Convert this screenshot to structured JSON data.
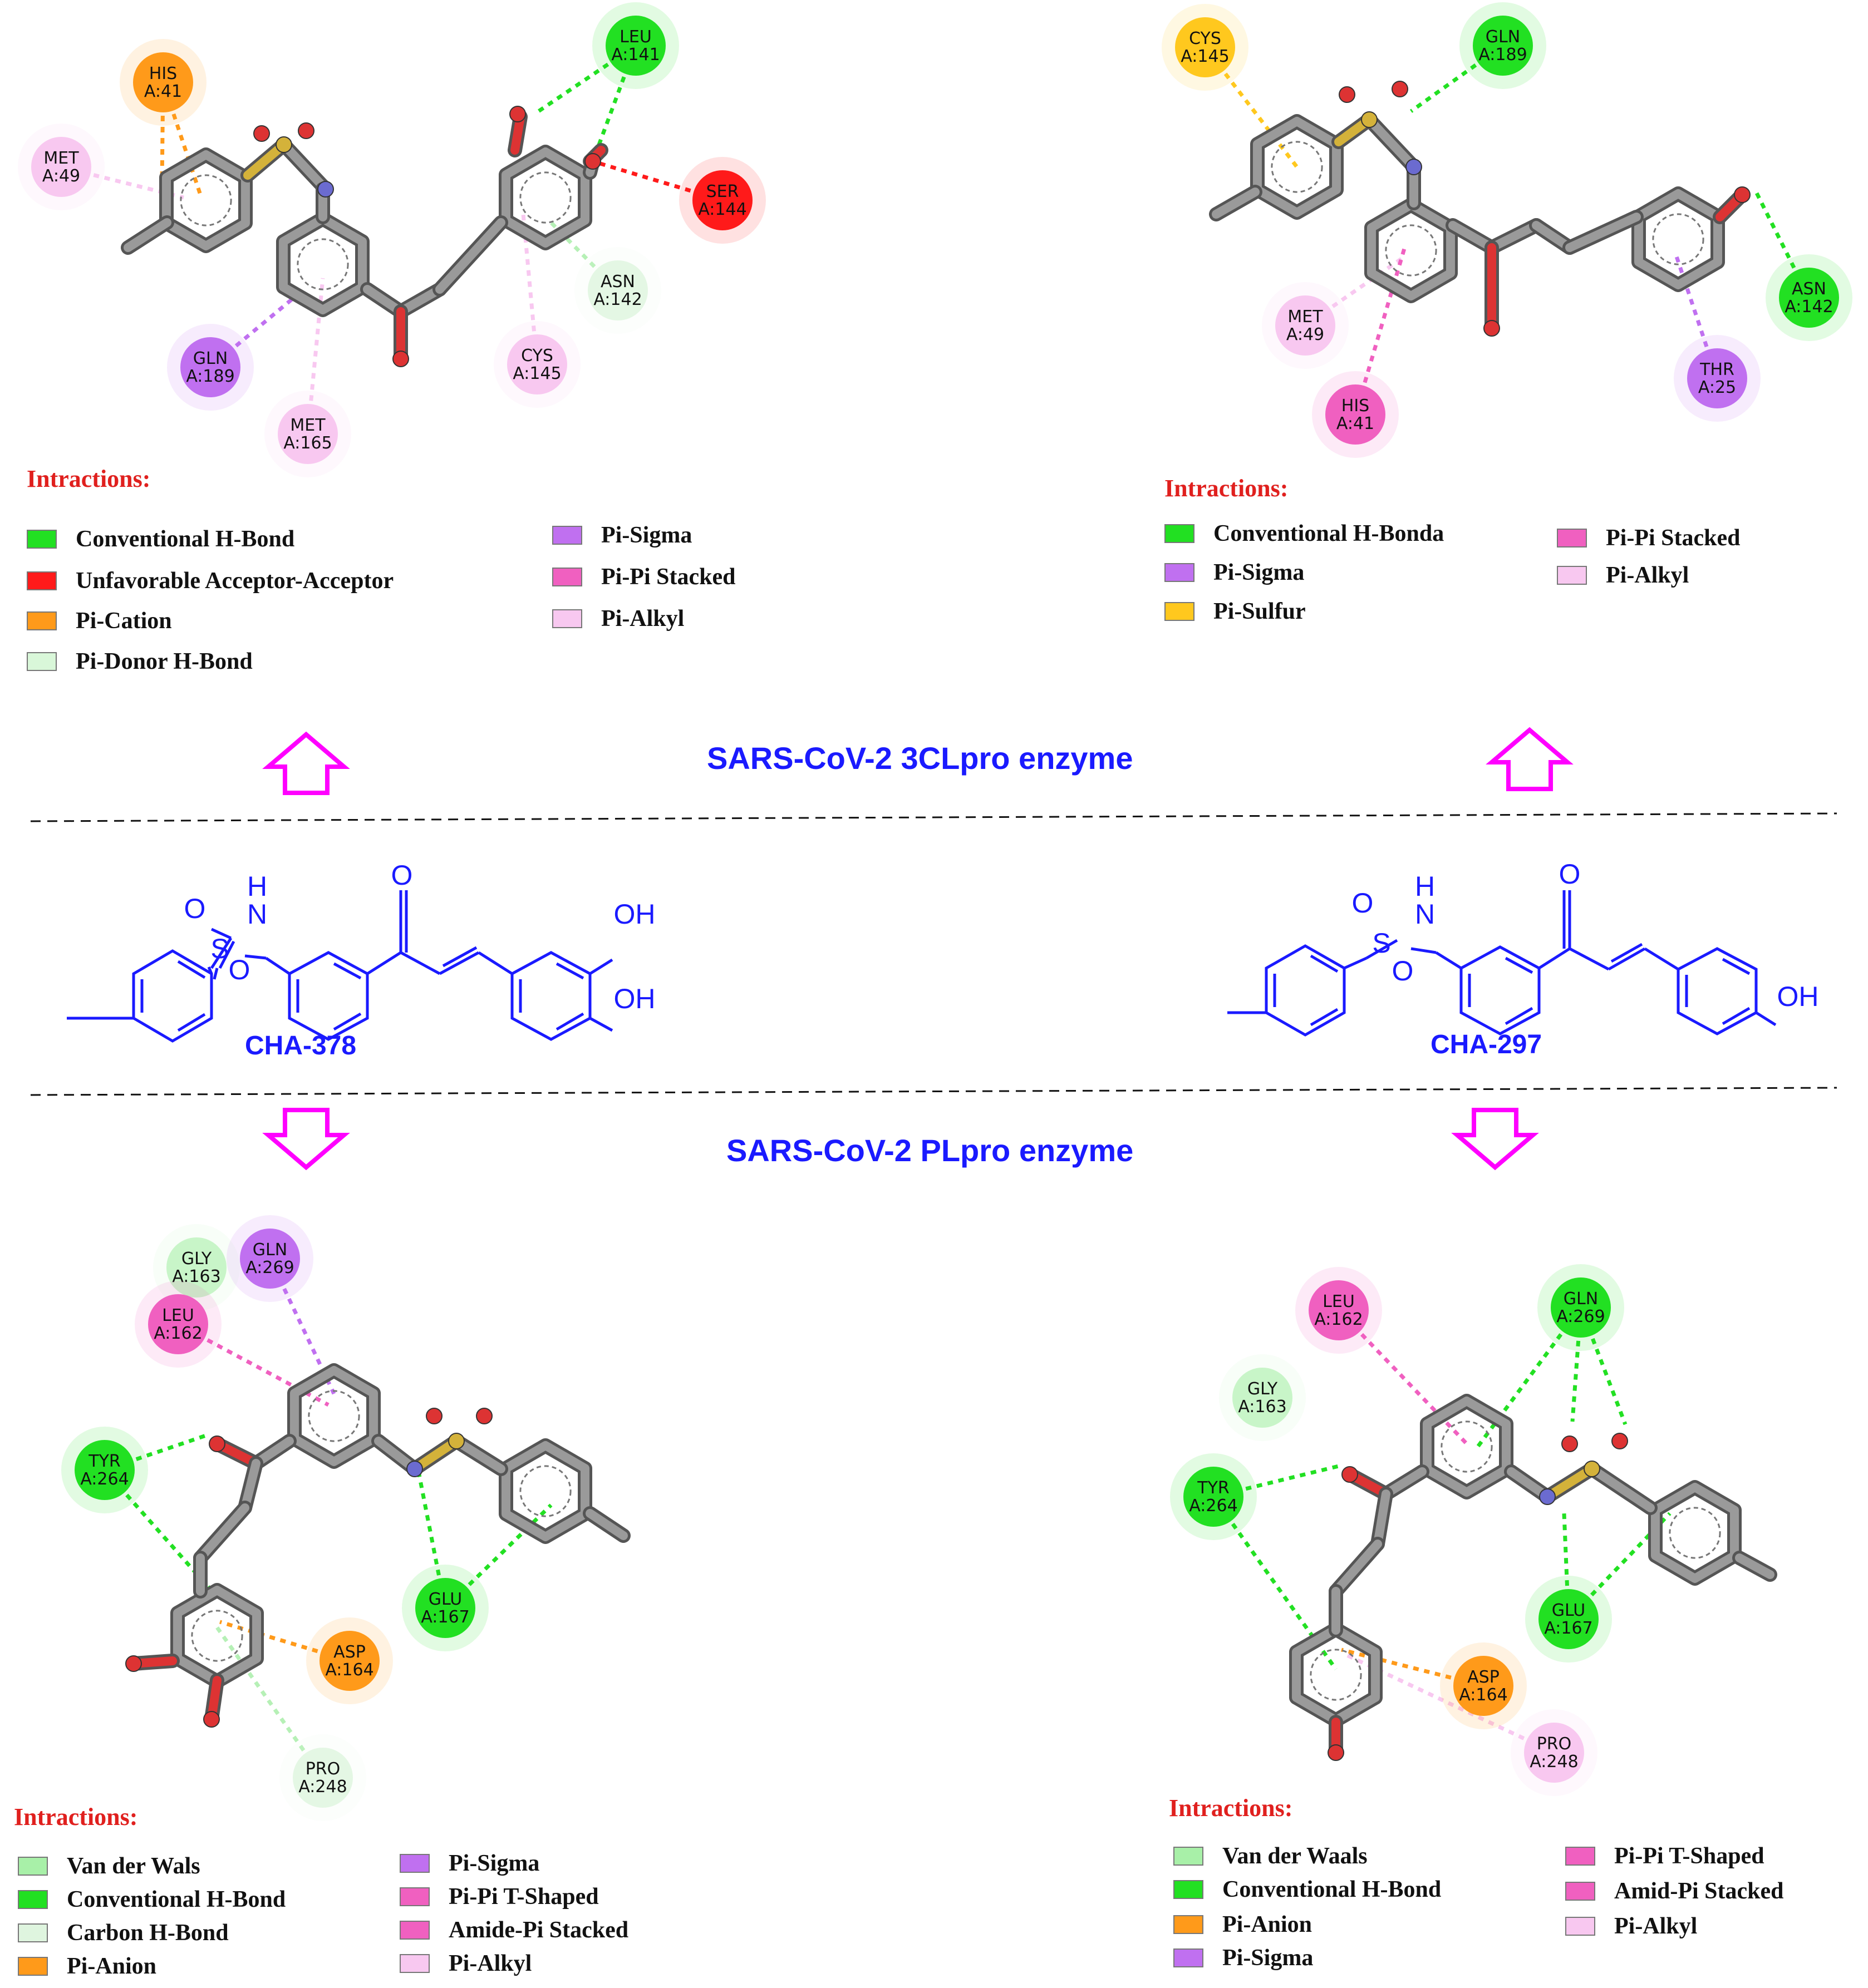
{
  "sections": {
    "top": "SARS-CoV-2 3CLpro enzyme",
    "bottom": "SARS-CoV-2 PLpro enzyme"
  },
  "compounds": {
    "left": {
      "name": "CHA-378",
      "atoms": {
        "H": "H",
        "N": "N",
        "S": "S",
        "O": "O",
        "OH": "OH"
      }
    },
    "right": {
      "name": "CHA-297",
      "atoms": {
        "H": "H",
        "N": "N",
        "S": "S",
        "O": "O",
        "OH": "OH"
      }
    }
  },
  "colors": {
    "conventional_hbond": "#22e022",
    "unfavorable": "#ff1a1a",
    "pi_cation": "#ff9a1a",
    "pi_anion": "#ff9a1a",
    "pi_donor": "#d9f7d9",
    "van_der_waals": "#a8f0a8",
    "carbon_hbond": "#dff5df",
    "pi_sigma": "#c070f0",
    "pi_pi": "#f060c0",
    "amide_pi": "#f060c0",
    "pi_alkyl": "#f8c8f0",
    "pi_sulfur": "#ffc81e",
    "title_red": "#e0201e",
    "label_blue": "#1a1aff",
    "arrow_magenta": "#ff00ff"
  },
  "panels": {
    "top_left": {
      "residues": [
        {
          "res": "HIS",
          "num": "A:41",
          "color": "#ff9a1a"
        },
        {
          "res": "LEU",
          "num": "A:141",
          "color": "#22e022"
        },
        {
          "res": "MET",
          "num": "A:49",
          "color": "#f8c8f0"
        },
        {
          "res": "SER",
          "num": "A:144",
          "color": "#ff1a1a"
        },
        {
          "res": "ASN",
          "num": "A:142",
          "color": "#e4f7e4"
        },
        {
          "res": "GLN",
          "num": "A:189",
          "color": "#c070f0"
        },
        {
          "res": "CYS",
          "num": "A:145",
          "color": "#f8c8f0"
        },
        {
          "res": "MET",
          "num": "A:165",
          "color": "#f8c8f0"
        }
      ],
      "legend_title": "Intractions:",
      "legend": [
        {
          "label": "Conventional H-Bond",
          "color": "#22e022"
        },
        {
          "label": "Unfavorable Acceptor-Acceptor",
          "color": "#ff1a1a"
        },
        {
          "label": "Pi-Cation",
          "color": "#ff9a1a"
        },
        {
          "label": "Pi-Donor H-Bond",
          "color": "#d9f7d9"
        },
        {
          "label": "Pi-Sigma",
          "color": "#c070f0"
        },
        {
          "label": "Pi-Pi Stacked",
          "color": "#f060c0"
        },
        {
          "label": "Pi-Alkyl",
          "color": "#f8c8f0"
        }
      ]
    },
    "top_right": {
      "residues": [
        {
          "res": "CYS",
          "num": "A:145",
          "color": "#ffc81e"
        },
        {
          "res": "GLN",
          "num": "A:189",
          "color": "#22e022"
        },
        {
          "res": "ASN",
          "num": "A:142",
          "color": "#22e022"
        },
        {
          "res": "MET",
          "num": "A:49",
          "color": "#f8c8f0"
        },
        {
          "res": "THR",
          "num": "A:25",
          "color": "#c070f0"
        },
        {
          "res": "HIS",
          "num": "A:41",
          "color": "#f060c0"
        }
      ],
      "legend_title": "Intractions:",
      "legend": [
        {
          "label": "Conventional H-Bonda",
          "color": "#22e022"
        },
        {
          "label": "Pi-Sigma",
          "color": "#c070f0"
        },
        {
          "label": "Pi-Sulfur",
          "color": "#ffc81e"
        },
        {
          "label": "Pi-Pi Stacked",
          "color": "#f060c0"
        },
        {
          "label": "Pi-Alkyl",
          "color": "#f8c8f0"
        }
      ]
    },
    "bottom_left": {
      "residues": [
        {
          "res": "GLY",
          "num": "A:163",
          "color": "#c8f5c8"
        },
        {
          "res": "GLN",
          "num": "A:269",
          "color": "#c070f0"
        },
        {
          "res": "LEU",
          "num": "A:162",
          "color": "#f060c0"
        },
        {
          "res": "TYR",
          "num": "A:264",
          "color": "#22e022"
        },
        {
          "res": "GLU",
          "num": "A:167",
          "color": "#22e022"
        },
        {
          "res": "ASP",
          "num": "A:164",
          "color": "#ff9a1a"
        },
        {
          "res": "PRO",
          "num": "A:248",
          "color": "#e4f7e4"
        }
      ],
      "legend_title": "Intractions:",
      "legend": [
        {
          "label": "Van der Wals",
          "color": "#a8f0a8"
        },
        {
          "label": "Conventional H-Bond",
          "color": "#22e022"
        },
        {
          "label": "Carbon H-Bond",
          "color": "#dff5df"
        },
        {
          "label": "Pi-Anion",
          "color": "#ff9a1a"
        },
        {
          "label": "Pi-Sigma",
          "color": "#c070f0"
        },
        {
          "label": "Pi-Pi T-Shaped",
          "color": "#f060c0"
        },
        {
          "label": "Amide-Pi Stacked",
          "color": "#f060c0"
        },
        {
          "label": "Pi-Alkyl",
          "color": "#f8c8f0"
        }
      ]
    },
    "bottom_right": {
      "residues": [
        {
          "res": "LEU",
          "num": "A:162",
          "color": "#f060c0"
        },
        {
          "res": "GLN",
          "num": "A:269",
          "color": "#22e022"
        },
        {
          "res": "GLY",
          "num": "A:163",
          "color": "#c8f5c8"
        },
        {
          "res": "TYR",
          "num": "A:264",
          "color": "#22e022"
        },
        {
          "res": "GLU",
          "num": "A:167",
          "color": "#22e022"
        },
        {
          "res": "ASP",
          "num": "A:164",
          "color": "#ff9a1a"
        },
        {
          "res": "PRO",
          "num": "A:248",
          "color": "#f8c8f0"
        }
      ],
      "legend_title": "Intractions:",
      "legend": [
        {
          "label": "Van der Waals",
          "color": "#a8f0a8"
        },
        {
          "label": "Conventional H-Bond",
          "color": "#22e022"
        },
        {
          "label": "Pi-Anion",
          "color": "#ff9a1a"
        },
        {
          "label": "Pi-Sigma",
          "color": "#c070f0"
        },
        {
          "label": "Pi-Pi T-Shaped",
          "color": "#f060c0"
        },
        {
          "label": "Amid-Pi Stacked",
          "color": "#f060c0"
        },
        {
          "label": "Pi-Alkyl",
          "color": "#f8c8f0"
        }
      ]
    }
  }
}
